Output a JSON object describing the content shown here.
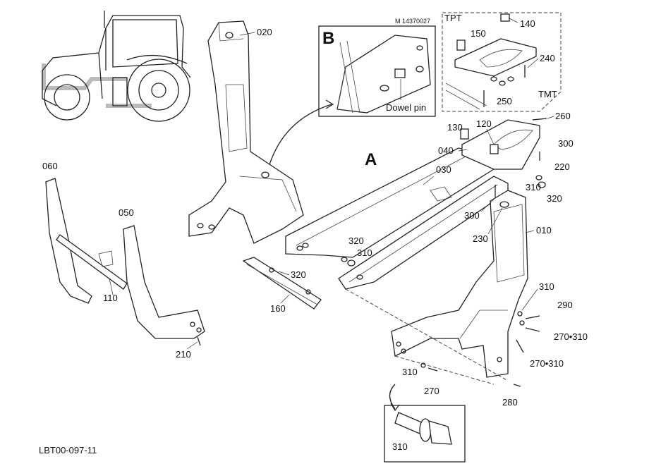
{
  "figure": {
    "model_code": "M 14370027",
    "drawing_id": "LBT00-097-11",
    "view_a_letter": "A",
    "view_b_letter": "B",
    "inset_b_note": "Dowel pin",
    "inset_top_left_tag": "TPT",
    "inset_bottom_right_tag": "TMT"
  },
  "callouts": {
    "c020": "020",
    "c060": "060",
    "c050": "050",
    "c110": "110",
    "c210": "210",
    "c160": "160",
    "c320a": "320",
    "c320b": "320",
    "c310a": "310",
    "c030": "030",
    "c040": "040",
    "c130": "130",
    "c120": "120",
    "c260": "260",
    "c300a": "300",
    "c220": "220",
    "c310b": "310",
    "c320c": "320",
    "c300b": "300",
    "c230": "230",
    "c010": "010",
    "c310c": "310",
    "c290": "290",
    "c270310a": "270•310",
    "c270310b": "270•310",
    "c310d": "310",
    "c270": "270",
    "c280": "280",
    "c310e": "310",
    "c150": "150",
    "c140": "140",
    "c240": "240",
    "c250": "250"
  }
}
